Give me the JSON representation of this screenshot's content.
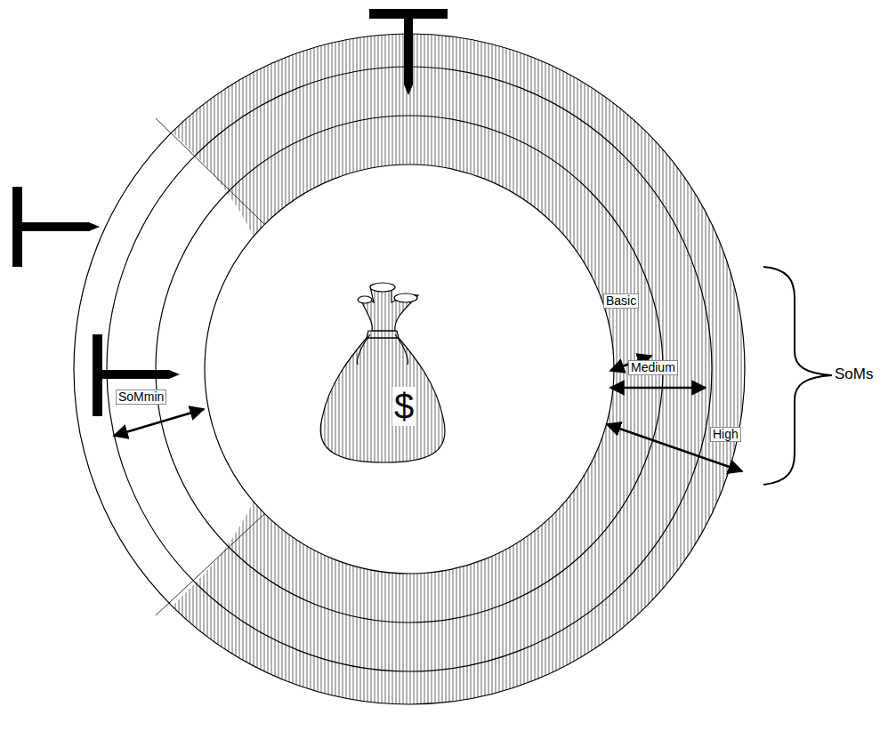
{
  "diagram": {
    "labels": [
      "Basic",
      "Medium",
      "SoMmin",
      "$",
      "High",
      "SoMs"
    ]
  }
}
